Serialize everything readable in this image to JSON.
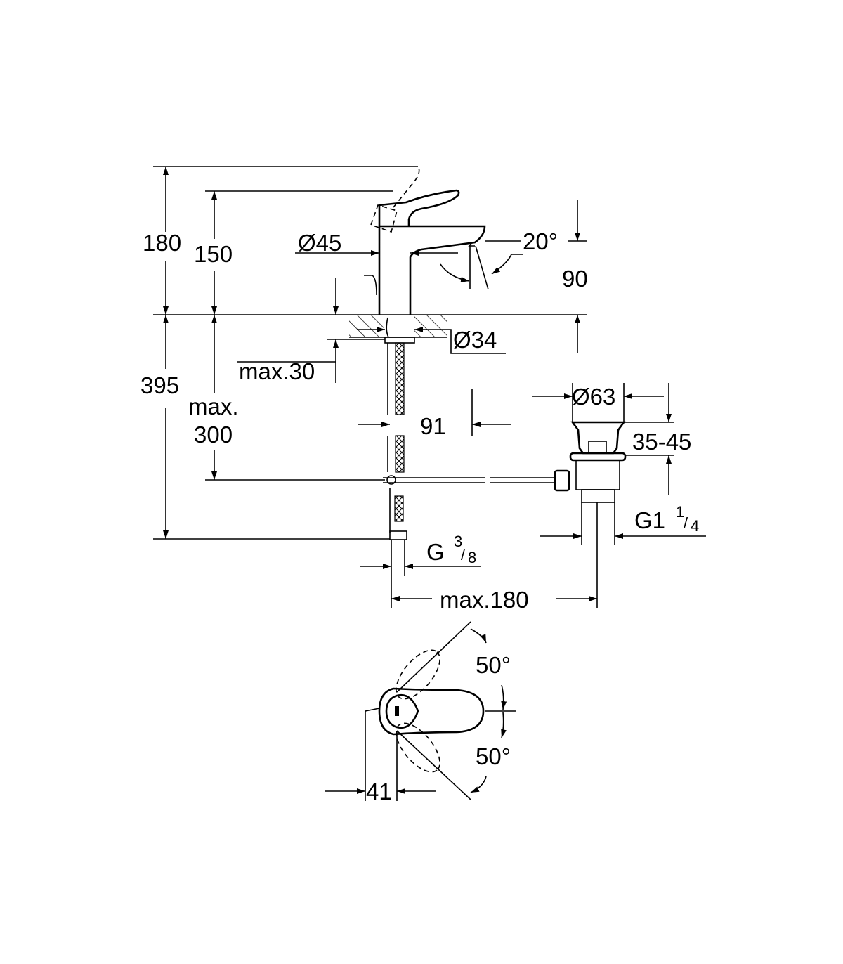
{
  "drawing": {
    "dimensions": {
      "total_height": "180",
      "spout_height": "150",
      "body_diameter": "Ø45",
      "spout_angle": "20°",
      "spout_projection": "90",
      "hole_diameter": "Ø34",
      "max_deck_thickness": "max.30",
      "below_deck": "395",
      "rod_depth_label": "max.",
      "rod_depth_value": "300",
      "offset": "91",
      "waste_diameter": "Ø63",
      "waste_range": "35-45",
      "waste_thread_main": "G1",
      "waste_thread_num": "1",
      "waste_thread_den": "4",
      "supply_thread_main": "G",
      "supply_thread_num": "3",
      "supply_thread_den": "8",
      "waste_distance": "max.180",
      "lever_angle_back": "50°",
      "lever_angle_front": "50°",
      "lever_offset": "41"
    }
  }
}
